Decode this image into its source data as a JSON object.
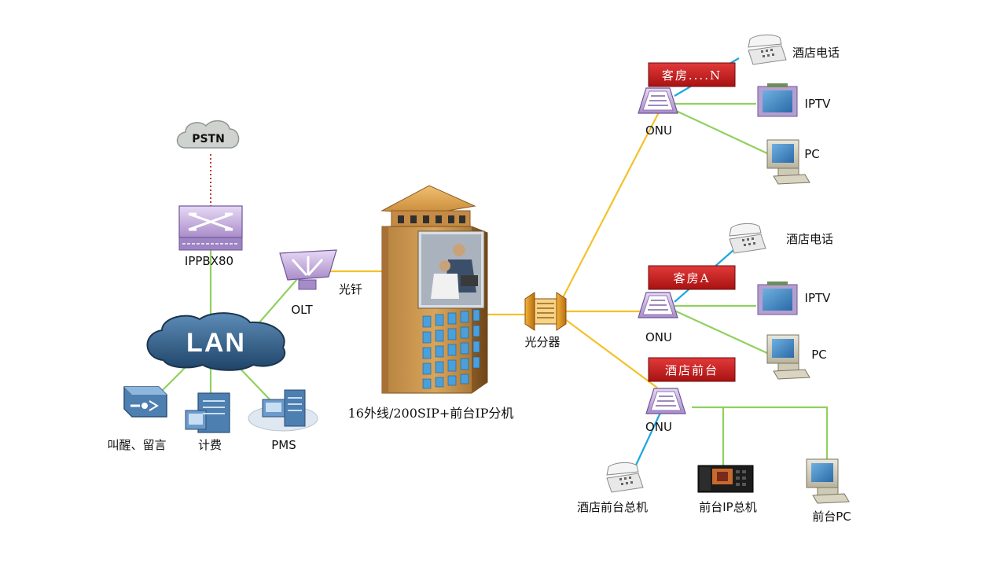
{
  "nodes": {
    "pstn": "PSTN",
    "ippbx": "IPPBX80",
    "lan": "LAN",
    "olt": "OLT",
    "fiber": "光钎",
    "wakeup": "叫醒、留言",
    "billing": "计费",
    "pms": "PMS",
    "building_caption": "16外线/200SIP+前台IP分机",
    "splitter": "光分器",
    "onu_top": "ONU",
    "onu_mid": "ONU",
    "onu_bottom": "ONU",
    "room_n": "客房....N",
    "room_a": "客房A",
    "front_desk": "酒店前台",
    "phone_top": "酒店电话",
    "iptv_top": "IPTV",
    "pc_top": "PC",
    "phone_mid": "酒店电话",
    "iptv_mid": "IPTV",
    "pc_mid": "PC",
    "front_phone": "酒店前台总机",
    "front_ip": "前台IP总机",
    "front_pc": "前台PC"
  },
  "colors": {
    "fiber_link": "#f5c12a",
    "ethernet_link": "#8fd15e",
    "phone_link": "#1aa6e0",
    "pstn_link": "#c0392b",
    "room_banner": "#c81c1c",
    "lan_cloud": "#2f5f8a"
  }
}
